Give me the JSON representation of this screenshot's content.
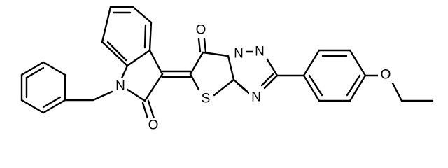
{
  "molecule": {
    "atoms": {
      "n1": "N",
      "o_indolinone": "O",
      "o_thiazolone": "O",
      "s1": "S",
      "n_bridge": "N",
      "n_triazole_top": "N",
      "n_triazole_bottom": "N",
      "o_ether": "O"
    },
    "colors": {
      "bond": "#000000",
      "label": "#000000",
      "background": "#ffffff"
    }
  }
}
